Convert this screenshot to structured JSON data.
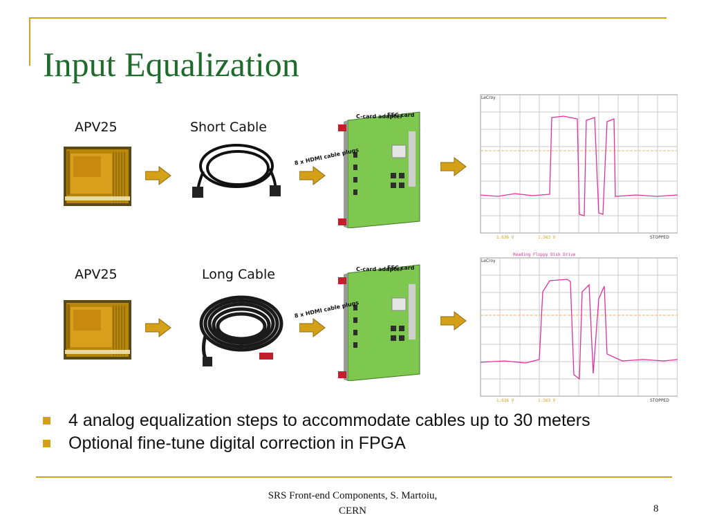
{
  "slide": {
    "title": "Input Equalization",
    "rows": [
      {
        "chip_label": "APV25",
        "cable_label": "Short Cable"
      },
      {
        "chip_label": "APV25",
        "cable_label": "Long Cable"
      }
    ],
    "board": {
      "adapter_label": "C-card adapter",
      "fec_label": "FEC card",
      "plugs_label": "8 x HDMI cable plugs"
    },
    "scope": {
      "brand": "LeCroy",
      "status": "STOPPED",
      "ch1_readout": "1.636 V",
      "ch2_readout": "1.363 V",
      "second_title": "Reading Floppy Disk Drive"
    },
    "bullets": [
      "4 analog equalization steps to accommodate cables up to 30 meters",
      "Optional fine-tune digital correction in FPGA"
    ],
    "footer": {
      "line1": "SRS Front-end Components, S. Martoiu,",
      "line2": "CERN",
      "page": "8"
    },
    "colors": {
      "title": "#1f6b2c",
      "accent": "#d4a017",
      "trace": "#e0309a"
    }
  }
}
